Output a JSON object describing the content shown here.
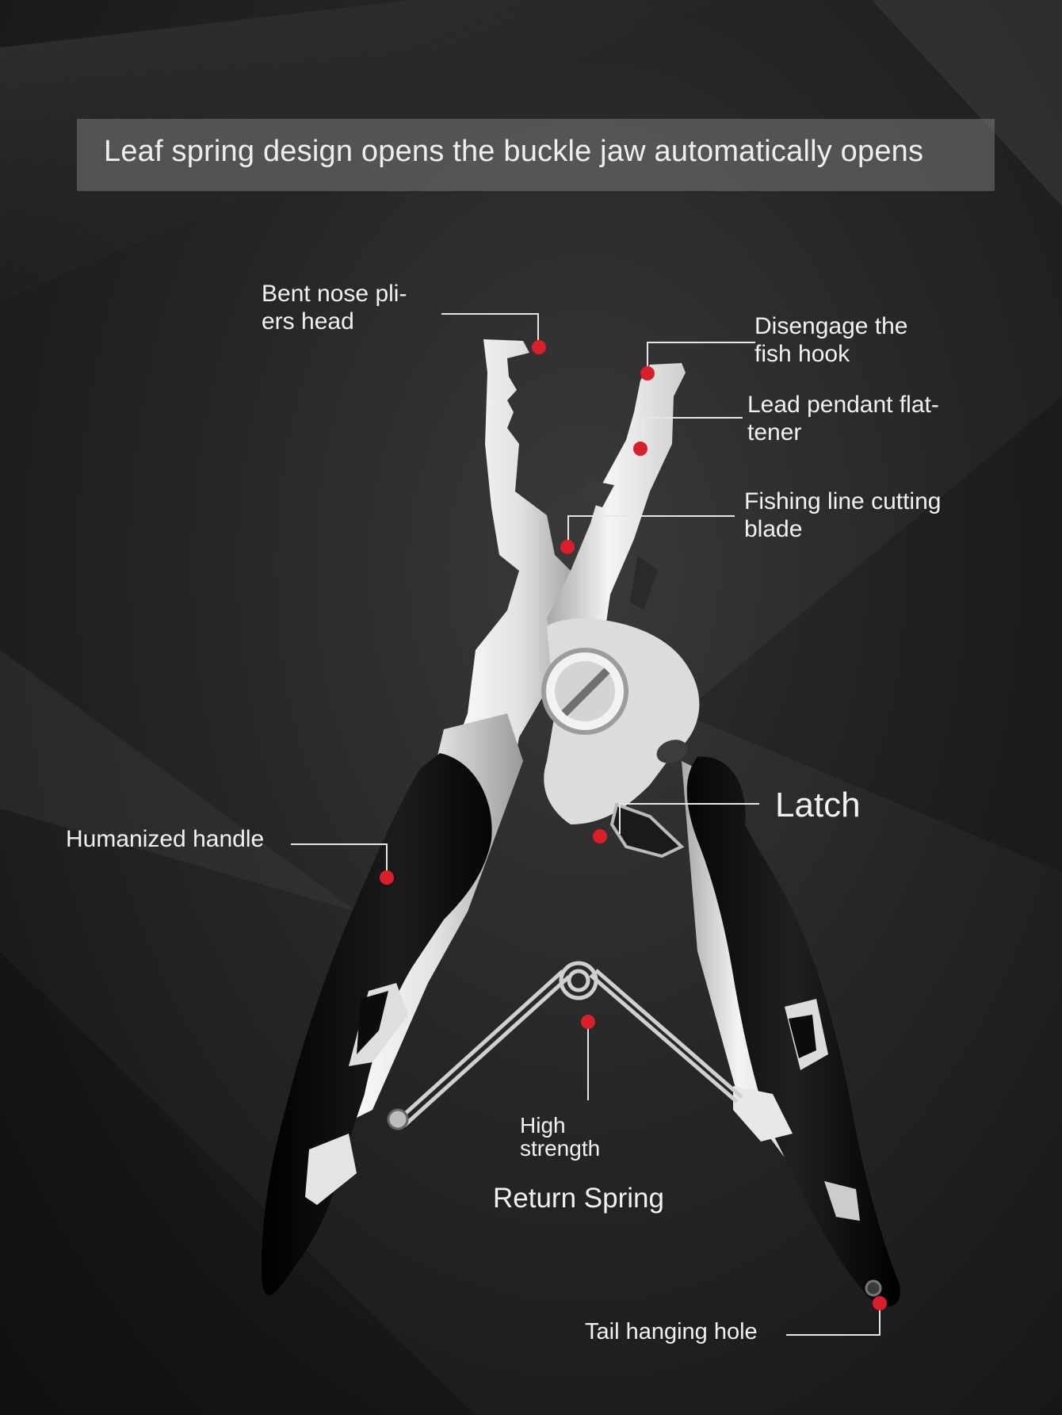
{
  "banner": {
    "text": "Leaf spring design opens the buckle jaw automatically opens"
  },
  "callouts": {
    "bent_nose": {
      "line1": "Bent nose pli-",
      "line2": "ers head"
    },
    "disengage": {
      "line1": "Disengage the",
      "line2": "fish hook"
    },
    "lead_pendant": {
      "line1": "Lead pendant flat-",
      "line2": "tener"
    },
    "cutting_blade": {
      "line1": "Fishing line cutting",
      "line2": "blade"
    },
    "latch": {
      "text": "Latch"
    },
    "handle": {
      "text": "Humanized handle"
    },
    "spring": {
      "line1": "High",
      "line2": "strength",
      "main": "Return Spring"
    },
    "tail_hole": {
      "text": "Tail hanging hole"
    }
  },
  "colors": {
    "background": "#262626",
    "marker": "#d9202a",
    "leader_line": "#e6e6e6",
    "handle": "#0d0d0d",
    "steel": "#e8e8e8"
  }
}
